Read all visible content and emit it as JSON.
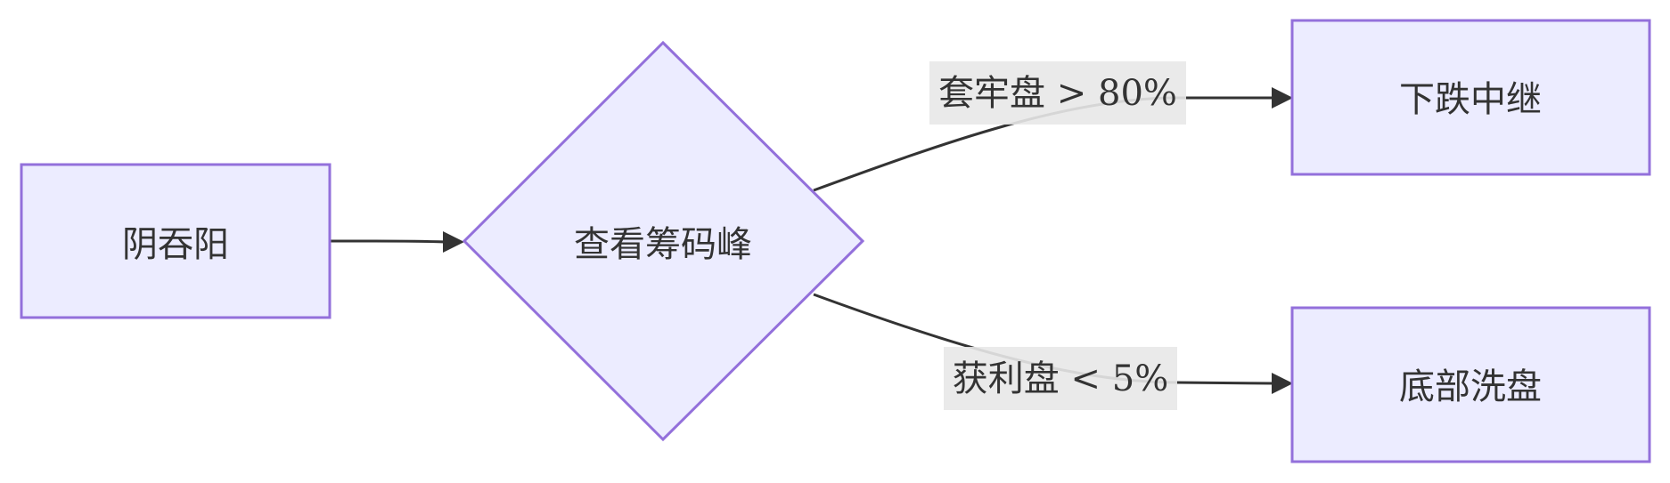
{
  "diagram": {
    "type": "flowchart",
    "direction": "LR",
    "nodes": {
      "start": {
        "label": "阴吞阳"
      },
      "decision": {
        "label": "查看筹码峰"
      },
      "relay": {
        "label": "下跌中继"
      },
      "washout": {
        "label": "底部洗盘"
      }
    },
    "edges": {
      "to_relay": {
        "label": "套牢盘 > 80%"
      },
      "to_washout": {
        "label": "获利盘 < 5%"
      }
    },
    "colors": {
      "node_fill": "#ececff",
      "node_stroke": "#9370db",
      "edge": "#333333",
      "label_bg": "#e8e8e8"
    }
  }
}
